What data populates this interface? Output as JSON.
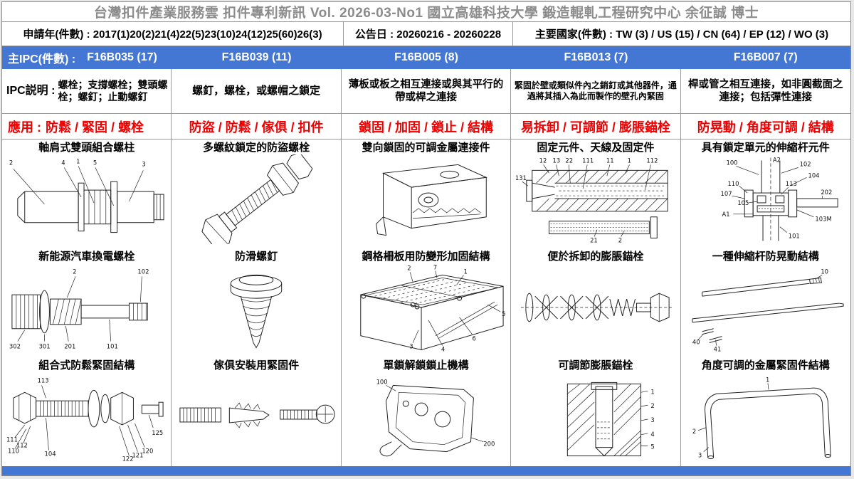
{
  "title_bar": {
    "text": "台灣扣件產業服務雲  扣件專利新訊  Vol. 2026-03-No1  國立高雄科技大學  鍛造輥軋工程研究中心  余征誠 博士"
  },
  "info_row": {
    "application_years": "申請年(件數) : 2017(1)20(2)21(4)22(5)23(10)24(12)25(60)26(3)",
    "announcement_date": "公告日 : 20260216 - 20260228",
    "main_countries": "主要國家(件數) : TW (3) / US (15) / CN (64) / EP (12) / WO (3)"
  },
  "ipc_row": {
    "label": "主IPC(件數) :",
    "codes": [
      "F16B035 (17)",
      "F16B039 (11)",
      "F16B005 (8)",
      "F16B013 (7)",
      "F16B007 (7)"
    ]
  },
  "desc_row": {
    "label": "IPC説明 :",
    "items": [
      "螺栓；支撐螺栓；雙頭螺栓；螺釘；止動螺釘",
      "螺釘，螺栓，或螺帽之鎖定",
      "薄板或板之相互連接或與其平行的帶或桿之連接",
      "緊固於壁或類似件內之銷釘或其他器件，通過將其插入為此而製作的壁孔內緊固",
      "桿或管之相互連接，如非圓截面之連接；包括彈性連接"
    ]
  },
  "app_row": {
    "label": "應用 :",
    "items": [
      "防鬆 / 緊固 / 螺栓",
      "防盜 / 防鬆 / 傢俱 / 扣件",
      "鎖固 / 加固 / 鎖止 / 結構",
      "易拆卸 / 可調節 / 膨脹錨栓",
      "防晃動 / 角度可調 / 結構"
    ]
  },
  "patents": {
    "c1": {
      "p1": {
        "title": "軸肩式雙頭組合螺柱",
        "labels": [
          "2",
          "4",
          "1",
          "5",
          "3"
        ]
      },
      "p2": {
        "title": "新能源汽車換電螺栓",
        "labels": [
          "2",
          "102",
          "302",
          "301",
          "201",
          "101"
        ]
      },
      "p3": {
        "title": "組合式防鬆緊固結構",
        "labels": [
          "113",
          "111",
          "112",
          "110",
          "104",
          "125",
          "120",
          "121",
          "122"
        ]
      }
    },
    "c2": {
      "p1": {
        "title": "多螺紋鎖定的防盜螺栓"
      },
      "p2": {
        "title": "防滑螺釘"
      },
      "p3": {
        "title": "傢俱安裝用緊固件"
      }
    },
    "c3": {
      "p1": {
        "title": "雙向鎖固的可調金屬連接件"
      },
      "p2": {
        "title": "鋼格柵板用防變形加固結構",
        "labels": [
          "2",
          "7",
          "1",
          "5",
          "6",
          "3",
          "4"
        ]
      },
      "p3": {
        "title": "單鎖解鎖鎖止機構",
        "labels": [
          "100",
          "200"
        ]
      }
    },
    "c4": {
      "p1": {
        "title": "固定元件、天線及固定件",
        "labels": [
          "12",
          "13",
          "22",
          "111",
          "11",
          "1",
          "112",
          "131",
          "21",
          "2"
        ]
      },
      "p2": {
        "title": "便於拆卸的膨脹錨栓"
      },
      "p3": {
        "title": "可調節膨脹錨栓",
        "labels": [
          "1",
          "2",
          "3",
          "4",
          "5"
        ]
      }
    },
    "c5": {
      "p1": {
        "title": "具有鎖定單元的伸縮杆元件",
        "labels": [
          "100",
          "A2",
          "102",
          "104",
          "110",
          "107",
          "105",
          "113",
          "202",
          "103M",
          "101",
          "A1"
        ]
      },
      "p2": {
        "title": "一種伸縮杆防晃動結構",
        "labels": [
          "10",
          "40",
          "41"
        ]
      },
      "p3": {
        "title": "角度可調的金屬緊固件結構",
        "labels": [
          "1",
          "2",
          "3"
        ]
      }
    }
  },
  "colors": {
    "accent_blue": "#4477d4",
    "accent_red": "#ee0000",
    "title_gray": "#8c8c8c"
  }
}
